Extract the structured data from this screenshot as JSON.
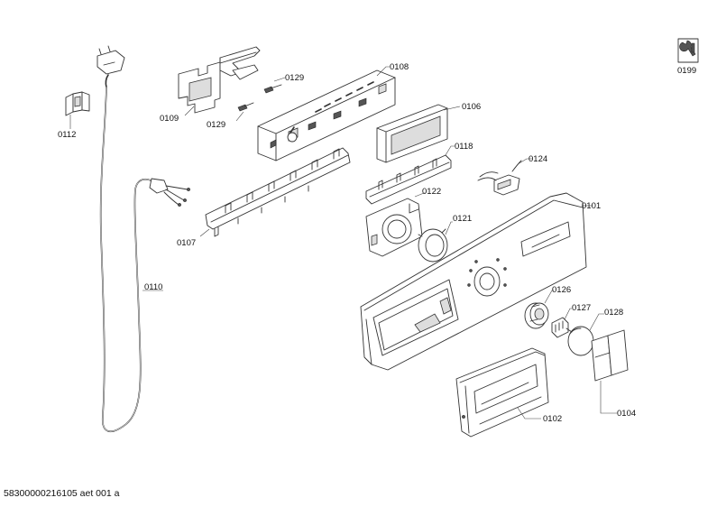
{
  "callouts": {
    "c0101": "0101",
    "c0102": "0102",
    "c0104": "0104",
    "c0106": "0106",
    "c0107": "0107",
    "c0108": "0108",
    "c0109": "0109",
    "c0110": "0110",
    "c0112": "0112",
    "c0118": "0118",
    "c0121": "0121",
    "c0122": "0122",
    "c0124": "0124",
    "c0126": "0126",
    "c0127": "0127",
    "c0128": "0128",
    "c0129a": "0129",
    "c0129b": "0129",
    "c0199": "0199"
  },
  "document_id": "58300000216105 aet 001 a",
  "icons": {
    "tools": "wrench-screwdriver-icon"
  }
}
